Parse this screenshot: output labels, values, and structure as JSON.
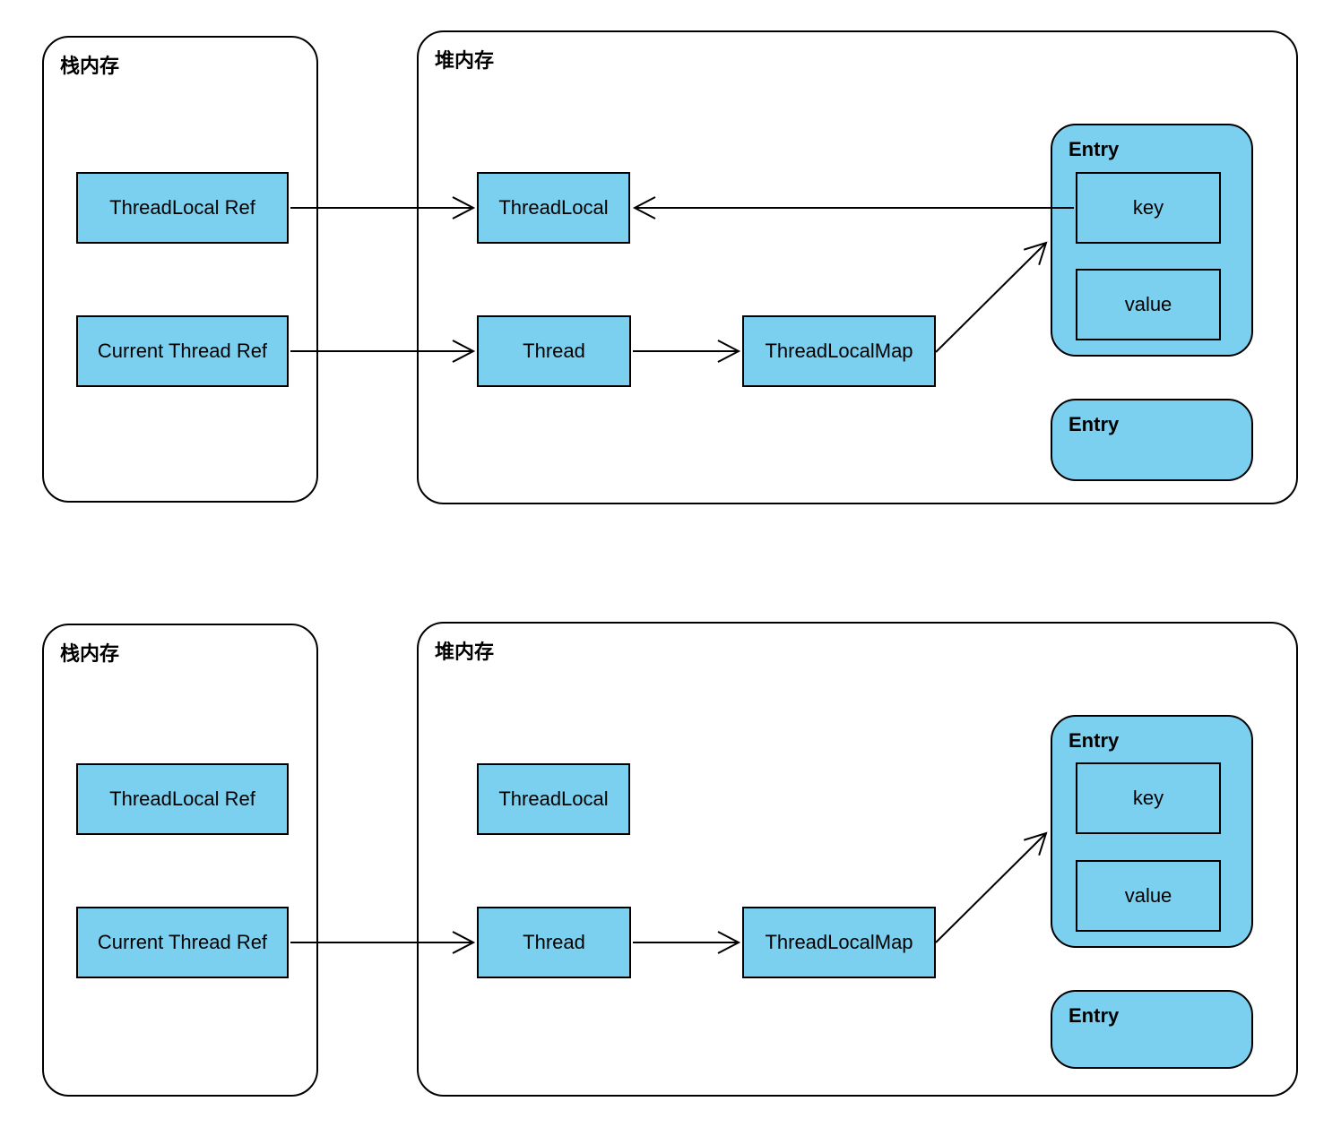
{
  "colors": {
    "node_fill": "#7bd0f0",
    "node_border": "#000000",
    "line": "#000000",
    "bg": "#ffffff"
  },
  "top_diagram": {
    "stack": {
      "title": "栈内存",
      "threadlocal_ref": "ThreadLocal Ref",
      "current_thread_ref": "Current Thread Ref"
    },
    "heap": {
      "title": "堆内存",
      "threadlocal": "ThreadLocal",
      "thread": "Thread",
      "threadlocal_map": "ThreadLocalMap",
      "entry": {
        "title": "Entry",
        "key": "key",
        "value": "value"
      },
      "entry2": {
        "title": "Entry"
      }
    }
  },
  "bottom_diagram": {
    "stack": {
      "title": "栈内存",
      "threadlocal_ref": "ThreadLocal Ref",
      "current_thread_ref": "Current Thread Ref"
    },
    "heap": {
      "title": "堆内存",
      "threadlocal": "ThreadLocal",
      "thread": "Thread",
      "threadlocal_map": "ThreadLocalMap",
      "entry": {
        "title": "Entry",
        "key": "key",
        "value": "value"
      },
      "entry2": {
        "title": "Entry"
      }
    }
  }
}
